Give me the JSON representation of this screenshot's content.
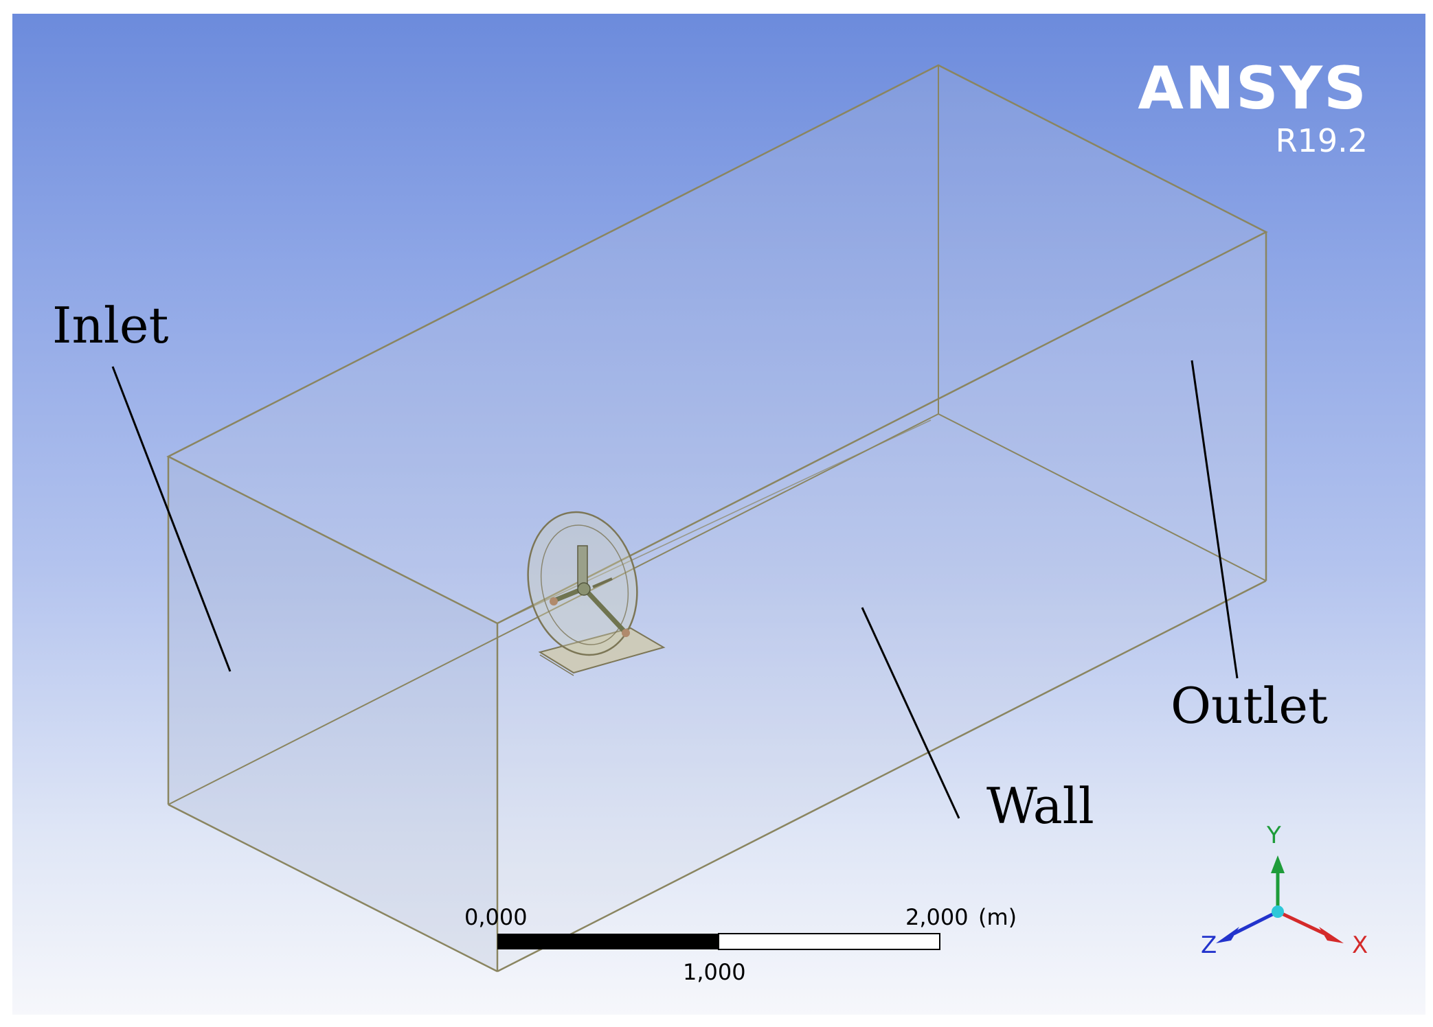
{
  "logo": {
    "name": "ANSYS",
    "version": "R19.2"
  },
  "labels": {
    "inlet": "Inlet",
    "outlet": "Outlet",
    "wall": "Wall"
  },
  "scale_bar": {
    "start": "0,000",
    "mid": "1,000",
    "end": "2,000",
    "unit": "(m)"
  },
  "triad": {
    "x": "X",
    "y": "Y",
    "z": "Z",
    "x_color": "#d42a2a",
    "y_color": "#1e9c3a",
    "z_color": "#2233cc",
    "origin_color": "#2ec8d8"
  },
  "colors": {
    "domain_edge": "#8a8560",
    "domain_fill": "#c8cde0",
    "background_top": "#6c8bdc",
    "background_bottom": "#f6f7fb"
  }
}
